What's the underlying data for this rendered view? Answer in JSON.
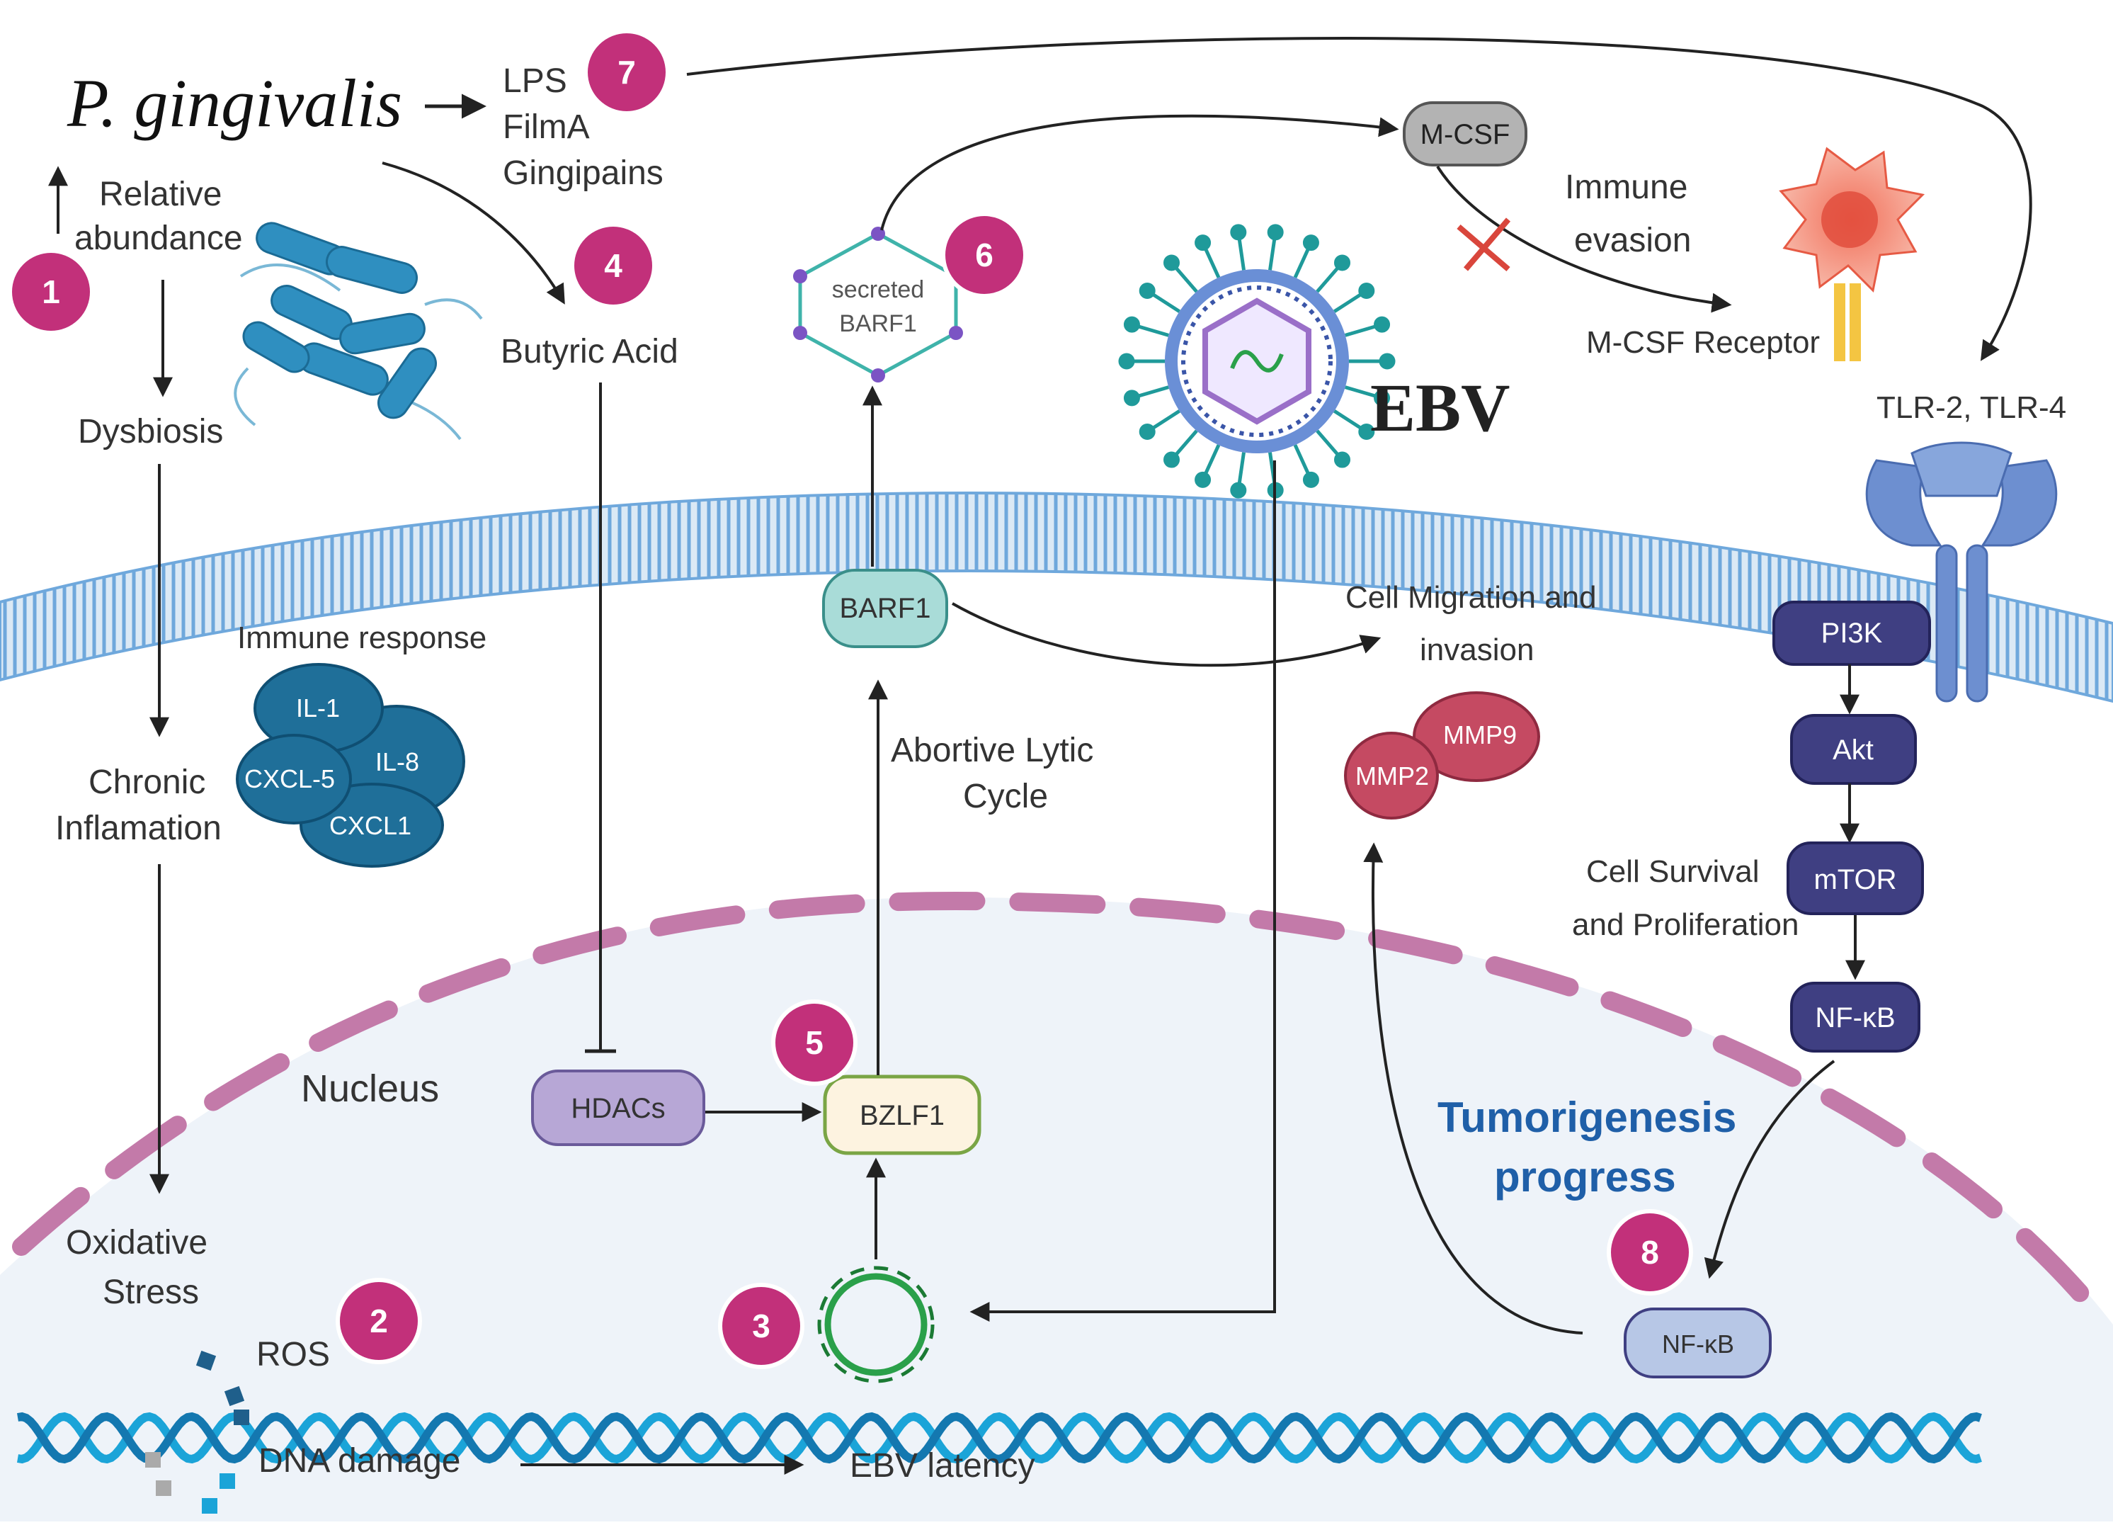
{
  "organism": {
    "name": "P. gingivalis",
    "factors": [
      "LPS",
      "FilmA",
      "Gingipains"
    ]
  },
  "labels": {
    "relative_abundance": [
      "Relative",
      "abundance"
    ],
    "dysbiosis": "Dysbiosis",
    "chronic_inflammation": [
      "Chronic",
      "Inflamation"
    ],
    "oxidative_stress": [
      "Oxidative",
      "Stress"
    ],
    "ros": "ROS",
    "dna_damage": "DNA damage",
    "ebv_latency": "EBV latency",
    "immune_response": "Immune response",
    "butyric_acid": "Butyric Acid",
    "abortive_lytic": [
      "Abortive Lytic",
      "Cycle"
    ],
    "nucleus": "Nucleus",
    "immune_evasion": [
      "Immune",
      "evasion"
    ],
    "mcsf_receptor": "M-CSF Receptor",
    "tlr": "TLR-2, TLR-4",
    "ebv": "EBV",
    "cell_migration": [
      "Cell Migration and",
      "invasion"
    ],
    "cell_survival": [
      "Cell Survival",
      "and Proliferation"
    ],
    "tumorigenesis": [
      "Tumorigenesis",
      "progress"
    ]
  },
  "cytokines": [
    "IL-1",
    "IL-8",
    "CXCL-5",
    "CXCL1"
  ],
  "nodes": {
    "hdacs": "HDACs",
    "bzlf1": "BZLF1",
    "barf1": "BARF1",
    "secreted_barf1": [
      "secreted",
      "BARF1"
    ],
    "mcsf": "M-CSF",
    "mmp9": "MMP9",
    "mmp2": "MMP2",
    "pi3k": "PI3K",
    "akt": "Akt",
    "mtor": "mTOR",
    "nfkb": "NF-κB",
    "nfkb_nuclear": "NF-κB"
  },
  "badges": [
    "1",
    "2",
    "3",
    "4",
    "5",
    "6",
    "7",
    "8"
  ],
  "colors": {
    "badge": "#c2307a",
    "membrane": "#6fa8dc",
    "cytokine": "#1f6f99",
    "pathway": "#3f3f82",
    "hdac": "#b7a7d6",
    "bzlf1_fill": "#fdf3e0",
    "bzlf1_stroke": "#7aa545",
    "barf1": "#a9dcd8",
    "mmp": "#c54a62",
    "nucleus_fill": "#eef3f9",
    "nucleus_dash": "#c37aa9",
    "dna": "#1ba4d8",
    "tumor_text": "#1f5fa8"
  }
}
